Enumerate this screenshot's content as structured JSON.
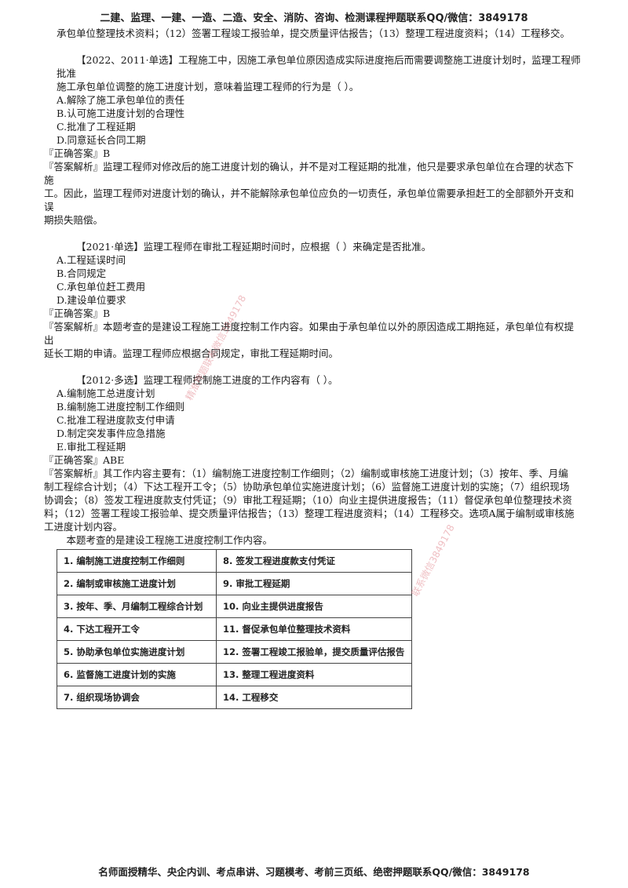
{
  "header": "二建、监理、一建、一造、二造、安全、消防、咨询、检测课程押题联系QQ/微信：3849178",
  "footer": "名师面授精华、央企内训、考点串讲、习题模考、考前三页纸、绝密押题联系QQ/微信：3849178",
  "intro_line": "承包单位整理技术资料；（12）签署工程竣工报验单，提交质量评估报告；（13）整理工程进度资料；（14）工程移交。",
  "q1": {
    "title_l1": "【2022、2011·单选】工程施工中，因施工承包单位原因造成实际进度拖后而需要调整施工进度计划时，监理工程师批准",
    "title_l2": "施工承包单位调整的施工进度计划，意味着监理工程师的行为是（    ）。",
    "options": [
      "A.解除了施工承包单位的责任",
      "B.认可施工进度计划的合理性",
      "C.批准了工程延期",
      "D.同意延长合同工期"
    ],
    "answer": "『正确答案』B",
    "analysis_l1": "『答案解析』监理工程师对修改后的施工进度计划的确认，并不是对工程延期的批准，他只是要求承包单位在合理的状态下施",
    "analysis_l2": "工。因此，监理工程师对进度计划的确认，并不能解除承包单位应负的一切责任，承包单位需要承担赶工的全部额外开支和误",
    "analysis_l3": "期损失赔偿。"
  },
  "q2": {
    "title": "【2021·单选】监理工程师在审批工程延期时间时，应根据（    ）来确定是否批准。",
    "options": [
      "A.工程延误时间",
      "B.合同规定",
      "C.承包单位赶工费用",
      "D.建设单位要求"
    ],
    "answer": "『正确答案』B",
    "analysis_l1": "『答案解析』本题考查的是建设工程施工进度控制工作内容。如果由于承包单位以外的原因造成工期拖延，承包单位有权提出",
    "analysis_l2": "延长工期的申请。监理工程师应根据合同规定，审批工程延期时间。"
  },
  "q3": {
    "title": "【2012·多选】监理工程师控制施工进度的工作内容有（    ）。",
    "options": [
      "A.编制施工总进度计划",
      "B.编制施工进度控制工作细则",
      "C.批准工程进度款支付申请",
      "D.制定突发事件应急措施",
      "E.审批工程延期"
    ],
    "answer": "『正确答案』ABE",
    "analysis_l1": "『答案解析』其工作内容主要有：（1）编制施工进度控制工作细则；（2）编制或审核施工进度计划；（3）按年、季、月编",
    "analysis_l2": "制工程综合计划；（4）下达工程开工令；（5）协助承包单位实施进度计划；（6）监督施工进度计划的实施；（7）组织现场",
    "analysis_l3": "协调会；（8）签发工程进度款支付凭证；（9）审批工程延期；（10）向业主提供进度报告；（11）督促承包单位整理技术资",
    "analysis_l4": "料；（12）签署工程竣工报验单、提交质量评估报告；（13）整理工程进度资料；（14）工程移交。选项A属于编制或审核施",
    "analysis_l5": "工进度计划内容。",
    "note": "本题考查的是建设工程施工进度控制工作内容。"
  },
  "table": {
    "rows": [
      [
        "1. 编制施工进度控制工作细则",
        "8. 签发工程进度款支付凭证"
      ],
      [
        "2. 编制或审核施工进度计划",
        "9. 审批工程延期"
      ],
      [
        "3. 按年、季、月编制工程综合计划",
        "10. 向业主提供进度报告"
      ],
      [
        "4. 下达工程开工令",
        "11. 督促承包单位整理技术资料"
      ],
      [
        "5. 协助承包单位实施进度计划",
        "12. 签署工程竣工报验单，提交质量评估报告"
      ],
      [
        "6. 监督施工进度计划的实施",
        "13. 整理工程进度资料"
      ],
      [
        "7. 组织现场协调会",
        "14. 工程移交"
      ]
    ]
  },
  "watermark_1": "精准押题联系微信3849178",
  "watermark_2": "联系微信3849178"
}
